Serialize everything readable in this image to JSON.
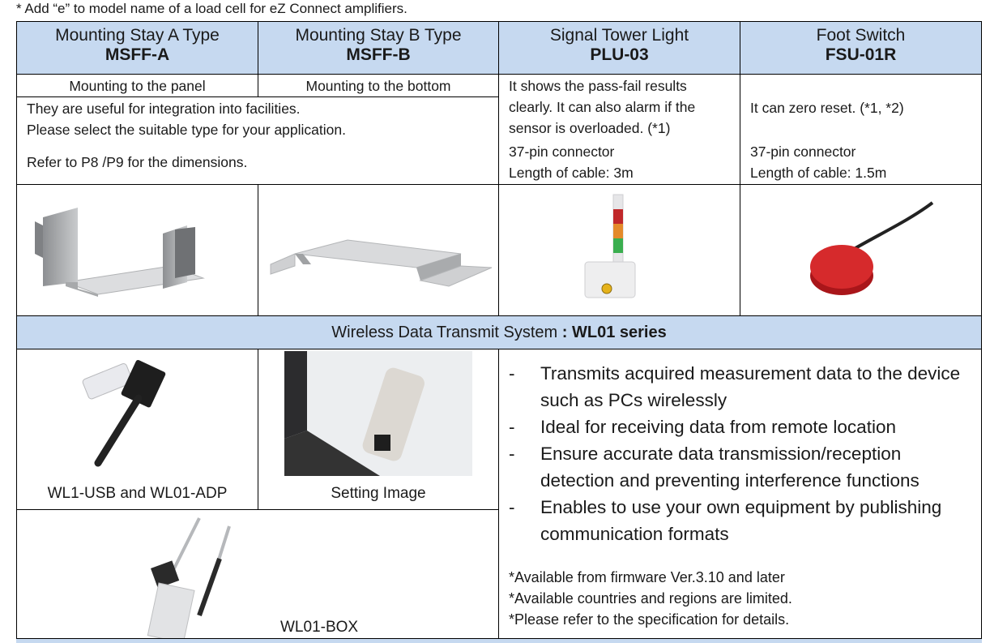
{
  "note": "* Add “e” to model name of a load cell for eZ Connect amplifiers.",
  "products": [
    {
      "name": "Mounting Stay A Type",
      "model": "MSFF-A",
      "subtitle": "Mounting to the panel",
      "image": "mounting-stay-a-photo"
    },
    {
      "name": "Mounting Stay B Type",
      "model": "MSFF-B",
      "subtitle": "Mounting to the bottom",
      "image": "mounting-stay-b-photo"
    },
    {
      "name": "Signal Tower Light",
      "model": "PLU-03",
      "description": [
        "It shows the pass-fail results",
        "clearly. It can also alarm if the",
        "sensor is overloaded. (*1)"
      ],
      "spec": [
        "37-pin connector",
        "Length of cable: 3m"
      ],
      "image": "signal-tower-light-photo"
    },
    {
      "name": "Foot Switch",
      "model": "FSU-01R",
      "description": [
        "It can zero reset. (*1, *2)"
      ],
      "spec": [
        "37-pin connector",
        "Length of cable: 1.5m"
      ],
      "image": "foot-switch-photo"
    }
  ],
  "mounting_desc": [
    "They are useful for integration into facilities.",
    "Please select the suitable type for your application."
  ],
  "mounting_ref": "Refer to P8 /P9 for the dimensions.",
  "wireless": {
    "title_plain": "Wireless Data Transmit System ",
    "title_bold": ": WL01 series",
    "images": [
      {
        "caption": "WL1-USB and WL01-ADP"
      },
      {
        "caption": "Setting Image"
      },
      {
        "caption": "WL01-BOX"
      }
    ],
    "bullet_marker": "-",
    "bullets": [
      [
        "Transmits acquired measurement data to the device",
        "such as PCs wirelessly"
      ],
      [
        "Ideal for receiving data from remote location"
      ],
      [
        "Ensure accurate data transmission/reception",
        "detection and preventing interference functions"
      ],
      [
        "Enables to use your own equipment by publishing",
        "communication formats"
      ]
    ],
    "footnotes": [
      "*Available from firmware Ver.3.10 and later",
      "*Available countries and regions are limited.",
      "*Please refer to the specification for details."
    ]
  },
  "colors": {
    "header_bg": "#c6d9f0",
    "border": "#000000"
  }
}
